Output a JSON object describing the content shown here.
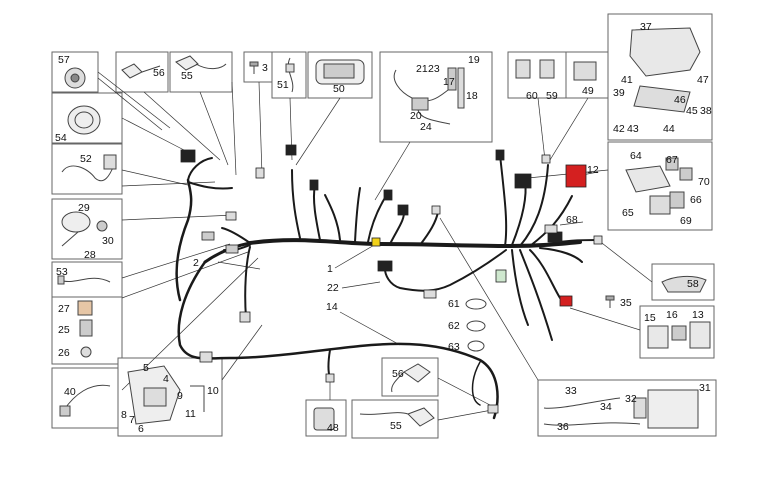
{
  "diagram": {
    "callouts": {
      "c1": "1",
      "c2": "2",
      "c3": "3",
      "c4": "4",
      "c5": "5",
      "c6": "6",
      "c7": "7",
      "c8": "8",
      "c9": "9",
      "c10": "10",
      "c11": "11",
      "c12": "12",
      "c13": "13",
      "c14": "14",
      "c15": "15",
      "c16": "16",
      "c17": "17",
      "c18": "18",
      "c19": "19",
      "c20": "20",
      "c21": "21",
      "c22": "22",
      "c23": "23",
      "c24": "24",
      "c25": "25",
      "c26": "26",
      "c27": "27",
      "c28": "28",
      "c29": "29",
      "c30": "30",
      "c31": "31",
      "c32": "32",
      "c33": "33",
      "c34": "34",
      "c35": "35",
      "c36": "36",
      "c37": "37",
      "c38": "38",
      "c39": "39",
      "c40": "40",
      "c41": "41",
      "c42": "42",
      "c43": "43",
      "c44": "44",
      "c45": "45",
      "c46": "46",
      "c47": "47",
      "c48": "48",
      "c49": "49",
      "c50": "50",
      "c51": "51",
      "c52": "52",
      "c53": "53",
      "c54": "54",
      "c55": "55",
      "c55b": "55",
      "c56": "56",
      "c56b": "56",
      "c57": "57",
      "c58": "58",
      "c59": "59",
      "c60": "60",
      "c61": "61",
      "c62": "62",
      "c63": "63",
      "c64": "64",
      "c65": "65",
      "c66": "66",
      "c67": "67",
      "c68": "68",
      "c69": "69",
      "c70": "70"
    },
    "colors": {
      "harness": "#1a1a1a",
      "connector_red": "#d42020",
      "connector_yellow": "#f2d21a",
      "leader": "#333333",
      "box_border": "#555555"
    }
  }
}
